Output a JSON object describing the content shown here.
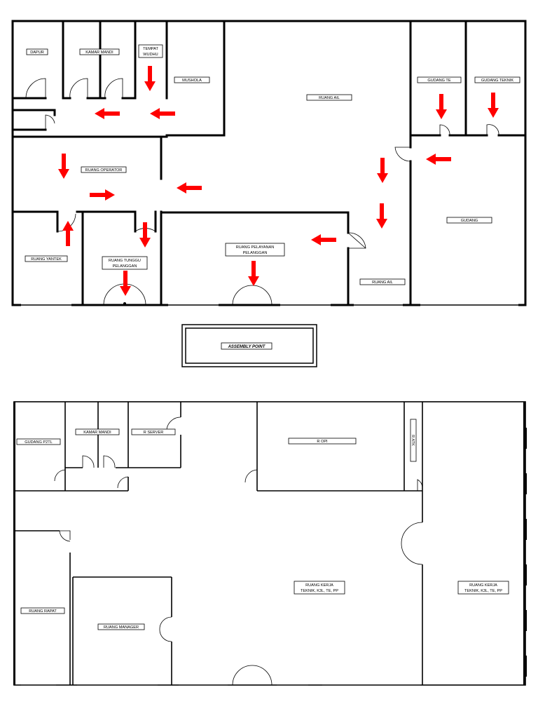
{
  "colors": {
    "arrow": "#ff0000",
    "wall": "#000000",
    "background": "#ffffff"
  },
  "floor1": {
    "rooms": {
      "dapur": "DAPUR",
      "kamar_mandi": "KAMAR MANDI",
      "tempat_wudhu": [
        "TEMPAT",
        "WUDHU"
      ],
      "mushola": "MUSHOLA",
      "ruang_ail_top": "RUANG AIL",
      "gudang_te": "GUDANG TE",
      "gudang_teknik": "GUDANG TEKNIK",
      "ruang_operator": "RUANG OPERATOR",
      "gudang": "GUDANG",
      "ruang_yantek": "RUANG YANTEK",
      "ruang_tunggu": [
        "RUANG TUNGGU",
        "PELANGGAN"
      ],
      "ruang_pelayanan": [
        "RUANG PELAYANAN",
        "PELANGGAN"
      ],
      "ruang_ail_bottom": "RUANG AIL"
    },
    "evacuation_arrows": [
      {
        "id": "wudhu-down",
        "direction": "down"
      },
      {
        "id": "corridor-left-1",
        "direction": "left"
      },
      {
        "id": "corridor-left-2",
        "direction": "left"
      },
      {
        "id": "gudang-te-down",
        "direction": "down"
      },
      {
        "id": "gudang-teknik-down",
        "direction": "down"
      },
      {
        "id": "gudang-left",
        "direction": "left"
      },
      {
        "id": "operator-down",
        "direction": "down"
      },
      {
        "id": "operator-right",
        "direction": "right"
      },
      {
        "id": "operator-left",
        "direction": "left"
      },
      {
        "id": "ail-down-1",
        "direction": "down"
      },
      {
        "id": "ail-down-2",
        "direction": "down"
      },
      {
        "id": "yantek-up",
        "direction": "up"
      },
      {
        "id": "tunggu-down-1",
        "direction": "down"
      },
      {
        "id": "tunggu-down-2",
        "direction": "down"
      },
      {
        "id": "pelayanan-down",
        "direction": "down"
      },
      {
        "id": "pelayanan-left",
        "direction": "left"
      }
    ]
  },
  "assembly_point": "ASSEMBLY POINT",
  "floor2": {
    "rooms": {
      "gudang_p2tl": "GUDANG P2TL",
      "kamar_mandi": "KAMAR MANDI",
      "r_server": "R SERVER",
      "r_opi": "R OPI",
      "r_atk": "R ATK",
      "ruang_rapat": "RUANG RAPAT",
      "ruang_manager": "RUANG MANAGER",
      "ruang_kerja_1": [
        "RUANG KERJA",
        "TEKNIK, K3L, TE, PP"
      ],
      "ruang_kerja_2": [
        "RUANG KERJA",
        "TEKNIK, K3L, TE, PP"
      ]
    }
  }
}
